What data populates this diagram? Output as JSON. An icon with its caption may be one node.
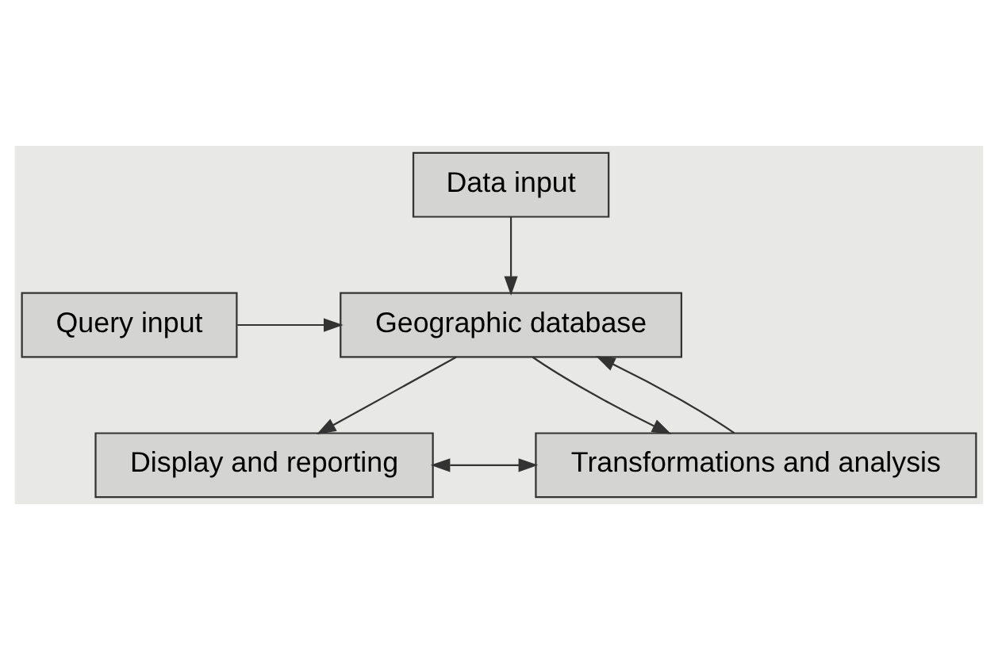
{
  "diagram": {
    "nodes": [
      {
        "text": [
          "Data input"
        ]
      },
      {
        "text": [
          "Query input"
        ]
      },
      {
        "text": [
          "Geographic database"
        ]
      },
      {
        "text": [
          "Display and reporting"
        ]
      },
      {
        "text": [
          "Transformations and analysis"
        ]
      }
    ],
    "edges": [
      {
        "from": 0,
        "to": 2,
        "arrow": "to"
      },
      {
        "from": 1,
        "to": 2,
        "arrow": "to"
      },
      {
        "from": 2,
        "to": 3,
        "arrow": "to"
      },
      {
        "from": 2,
        "to": 4,
        "arrow": "to"
      },
      {
        "from": 3,
        "to": 4,
        "arrow": "both"
      },
      {
        "from": 4,
        "to": 2,
        "arrow": "to"
      }
    ]
  }
}
